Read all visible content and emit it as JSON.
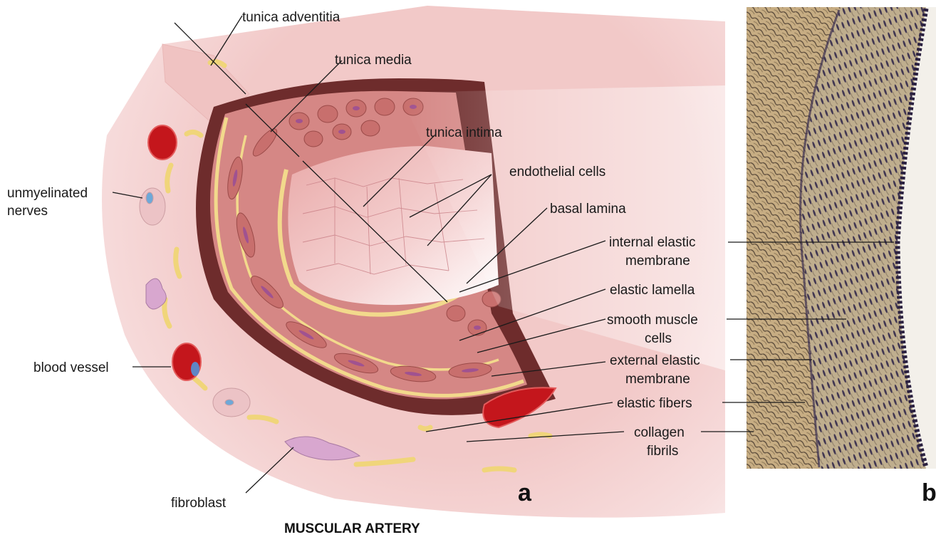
{
  "caption": "MUSCULAR ARTERY",
  "panels": {
    "a": "a",
    "b": "b"
  },
  "labels": {
    "tunica_adventitia": "tunica adventitia",
    "tunica_media": "tunica  media",
    "tunica_intima": "tunica  intima",
    "endothelial_cells": "endothelial cells",
    "basal_lamina": "basal lamina",
    "internal_elastic_1": "internal elastic",
    "internal_elastic_2": "membrane",
    "elastic_lamella": "elastic lamella",
    "smooth_muscle_1": "smooth muscle",
    "smooth_muscle_2": "cells",
    "external_elastic_1": "external elastic",
    "external_elastic_2": "membrane",
    "elastic_fibers": "elastic fibers",
    "collagen_1": "collagen",
    "collagen_2": "fibrils",
    "unmyelinated_1": "unmyelinated",
    "unmyelinated_2": "nerves",
    "blood_vessel": "blood vessel",
    "fibroblast": "fibroblast"
  },
  "colors": {
    "adventitia": "#f5d6d4",
    "media": "#d98b87",
    "media_cell": "#c8706d",
    "nucleus": "#a05290",
    "elastic": "#f2d98c",
    "intima_lumen": "#f4cfd0",
    "blood": "#c4161c",
    "fibroblast": "#d8a7cf",
    "histology_bg": "#c9b38a",
    "histology_stain": "#2b2140"
  }
}
